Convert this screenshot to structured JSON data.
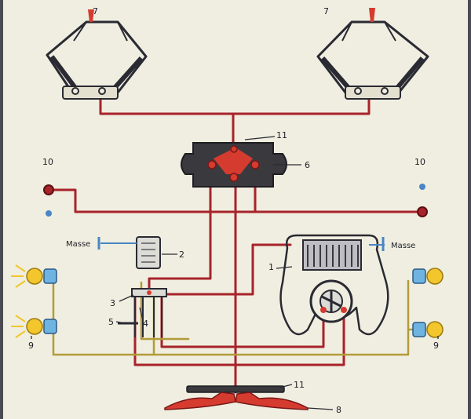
{
  "diagram": {
    "labels": {
      "n1": "1",
      "n2": "2",
      "n3": "3",
      "n4": "4",
      "n5": "5",
      "n6": "6",
      "n7_left": "7",
      "n7_right": "7",
      "n8": "8",
      "n9_left": "9",
      "n9_right": "9",
      "n10_left": "10",
      "n10_right": "10",
      "n11_top": "11",
      "n11_bottom": "11",
      "masse_left": "Masse",
      "masse_right": "Masse"
    },
    "colors": {
      "paper": "#efeee0",
      "wire_red": "#a8232a",
      "wire_yellow": "#b39b3a",
      "ground_blue": "#4a86c5",
      "accent_red": "#d63b2f",
      "lamp_yellow": "#f2c62c",
      "lamp_blue": "#6fb4e0",
      "ink": "#2a2a33",
      "component_dark": "#3a3a3e"
    }
  }
}
